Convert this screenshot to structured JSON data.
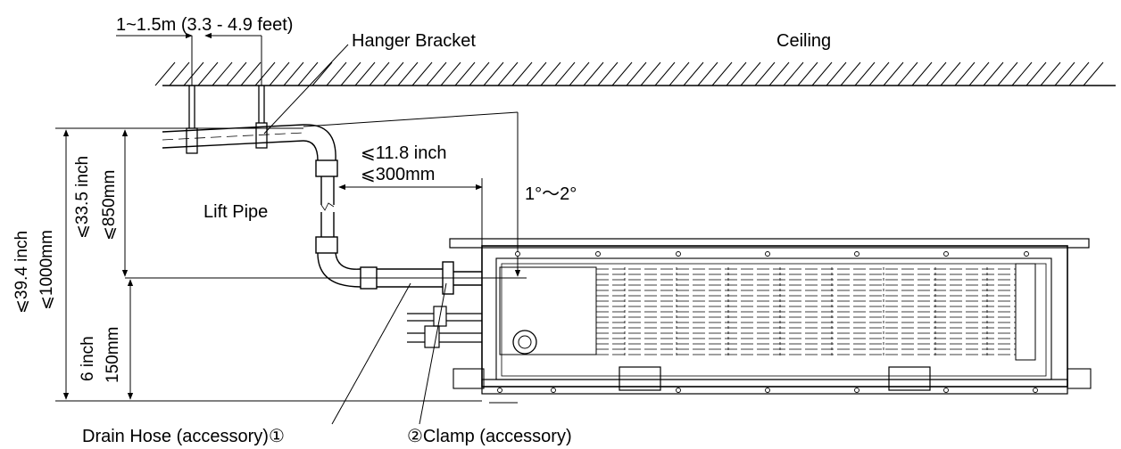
{
  "labels": {
    "spacing": "1~1.5m (3.3 - 4.9 feet)",
    "hanger_bracket": "Hanger Bracket",
    "ceiling": "Ceiling",
    "lift_pipe": "Lift Pipe",
    "drain_hose": "Drain Hose (accessory)①",
    "clamp": "②Clamp (accessory)",
    "slope": "1°～2°",
    "horiz_inch": "⩽11.8 inch",
    "horiz_mm": "⩽300mm",
    "lift_inch": "⩽33.5 inch",
    "lift_mm": "⩽850mm",
    "total_inch": "⩽39.4 inch",
    "total_mm": "⩽1000mm",
    "base_inch": "6 inch",
    "base_mm": "150mm"
  }
}
